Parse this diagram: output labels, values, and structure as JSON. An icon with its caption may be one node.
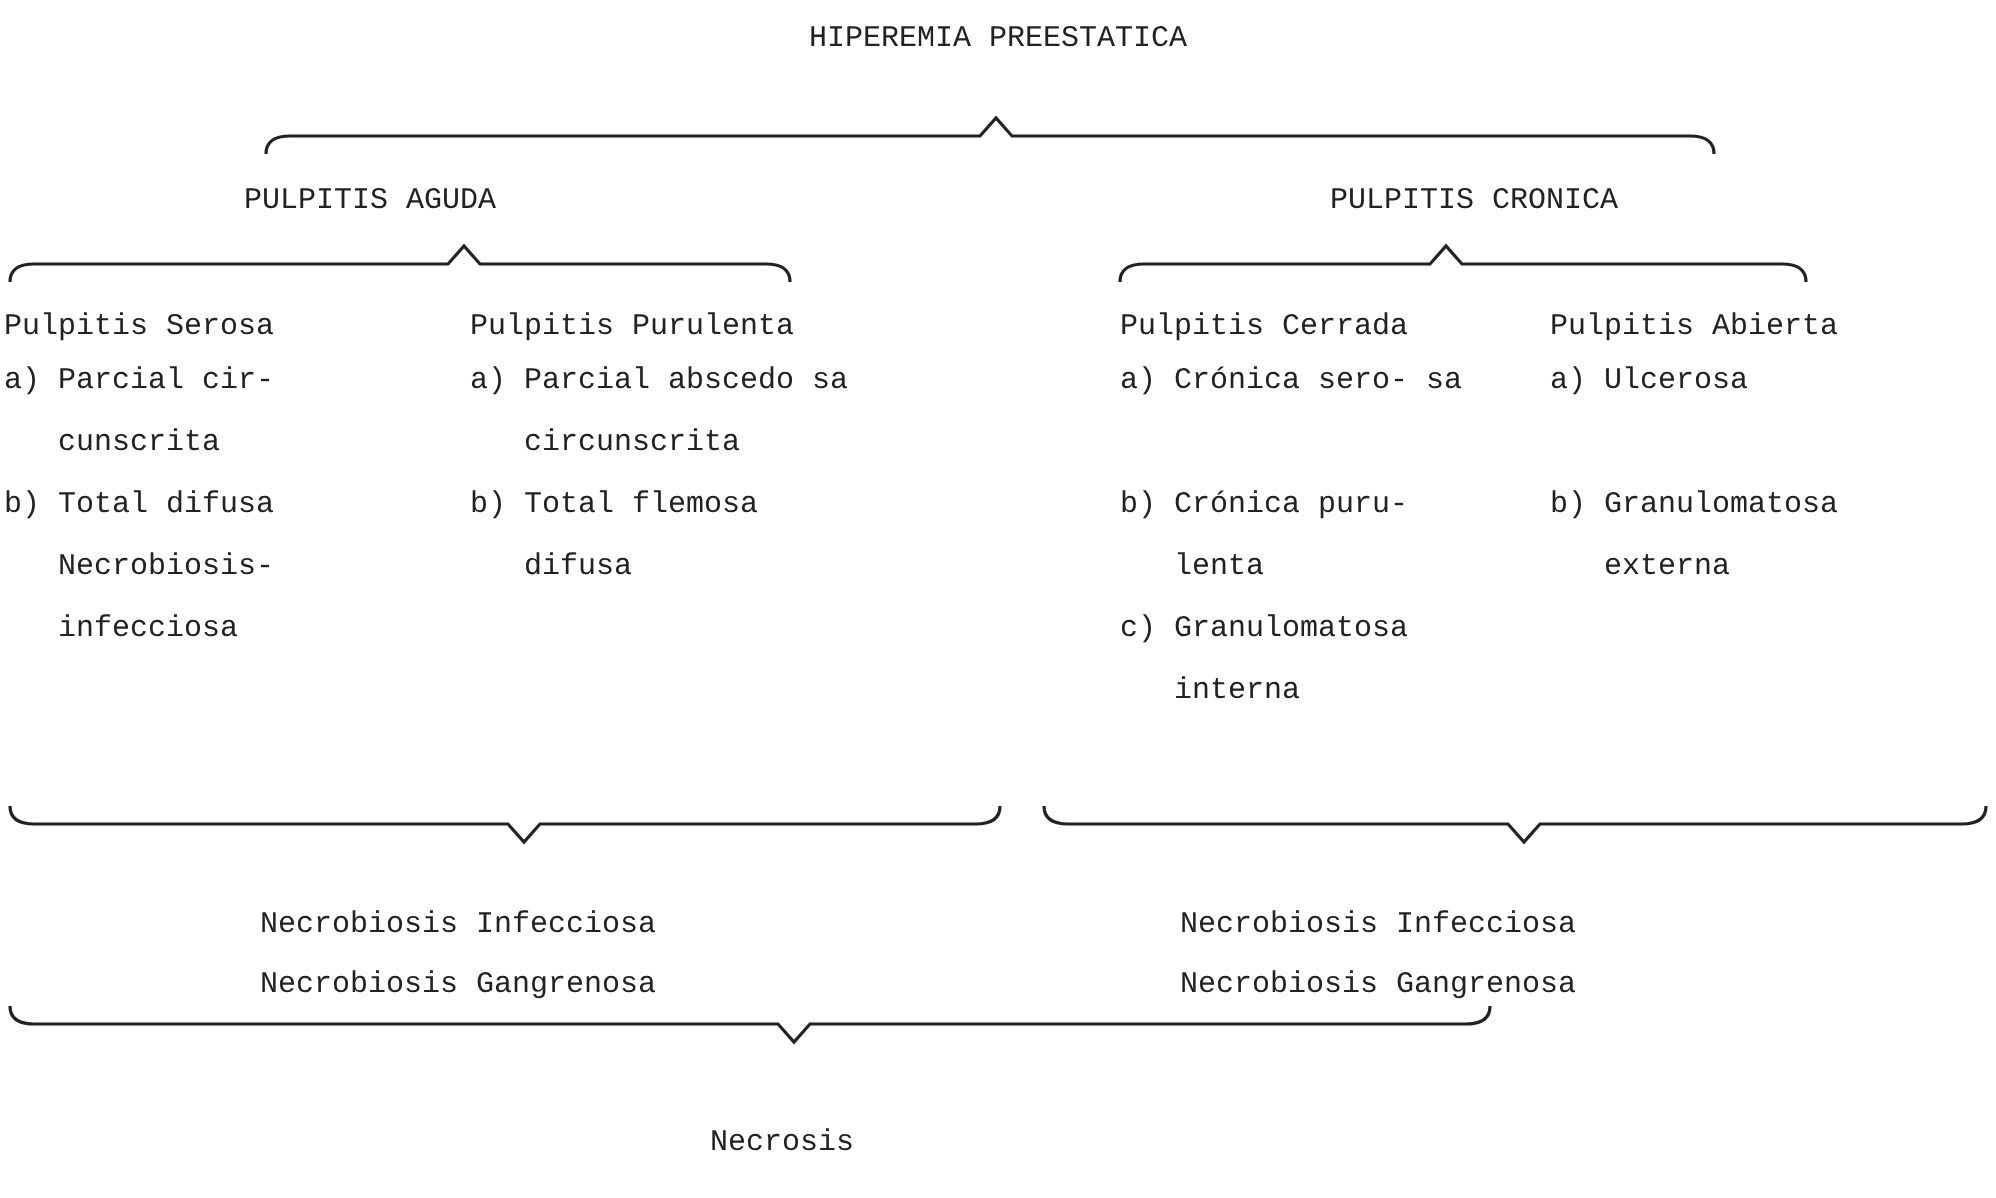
{
  "diagram": {
    "title": "HIPEREMIA PREESTATICA",
    "labels": [
      "PULPITIS AGUDA",
      "PULPITIS CRONICA",
      "Pulpitis Serosa",
      "Pulpitis Purulenta",
      "Pulpitis Cerrada",
      "Pulpitis Abierta",
      "a) Parcial cir- cunscrita",
      "a) Parcial abscedo sa circunscrita",
      "a) Crónica sero- sa",
      "a) Ulcerosa",
      "b) Total difusa Necrobiosis- infecciosa",
      "b) Total flemosa difusa",
      "b) Crónica puru- lenta",
      "b) Granulomatosa externa",
      "c) Granulomatosa interna",
      "Necrobiosis Infecciosa",
      "Necrobiosis Infecciosa",
      "Necrobiosis Gangrenosa",
      "Necrobiosis Gangrenosa",
      "Necrosis"
    ]
  }
}
